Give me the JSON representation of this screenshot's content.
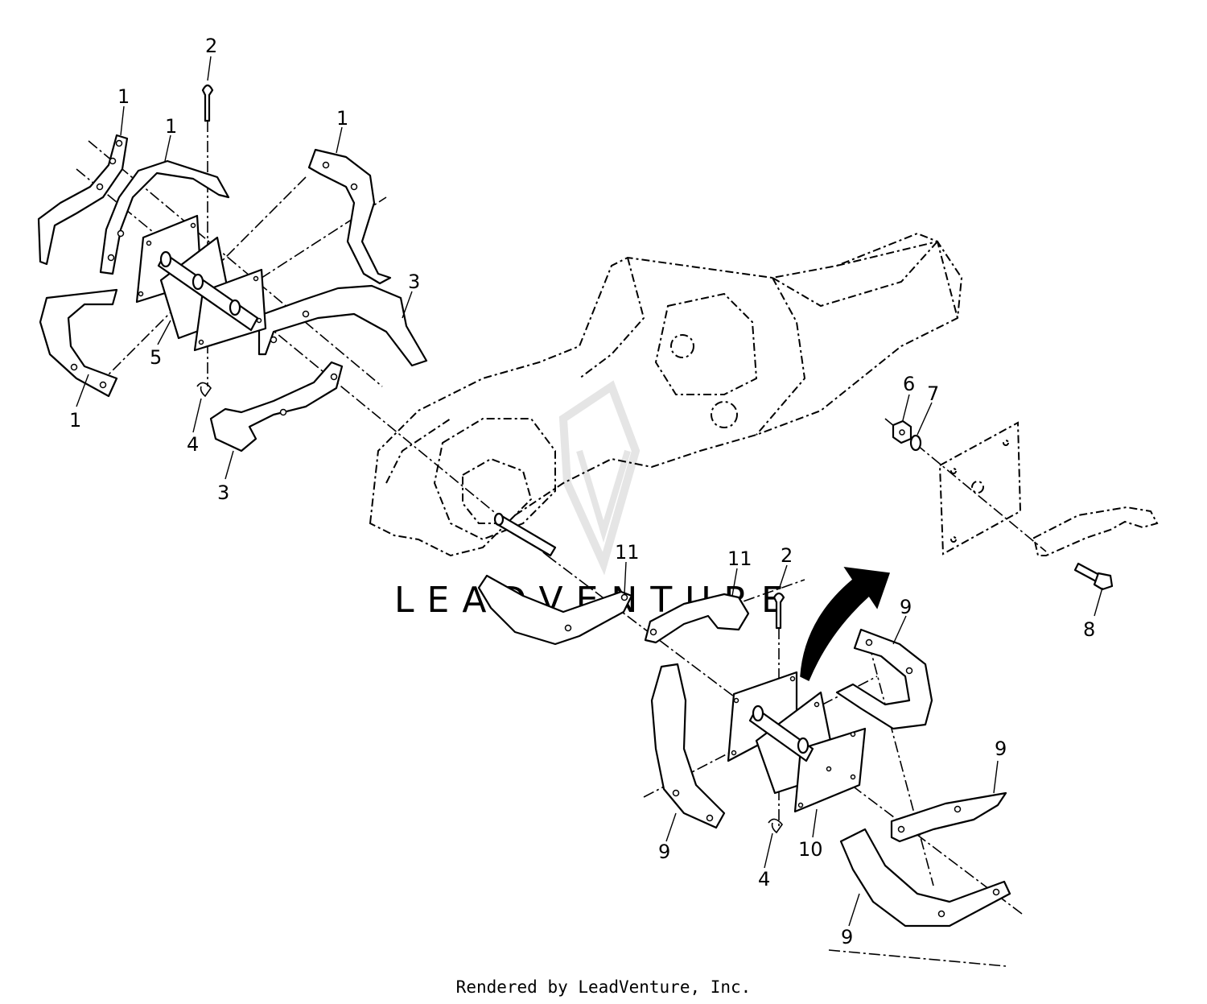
{
  "diagram": {
    "callouts": [
      "1",
      "1",
      "1",
      "1",
      "2",
      "3",
      "3",
      "4",
      "5",
      "6",
      "7",
      "8",
      "11",
      "11",
      "2",
      "9",
      "9",
      "9",
      "9",
      "10",
      "4"
    ],
    "watermark": "LEADVENTURE",
    "footer": "Rendered by LeadVenture, Inc."
  }
}
